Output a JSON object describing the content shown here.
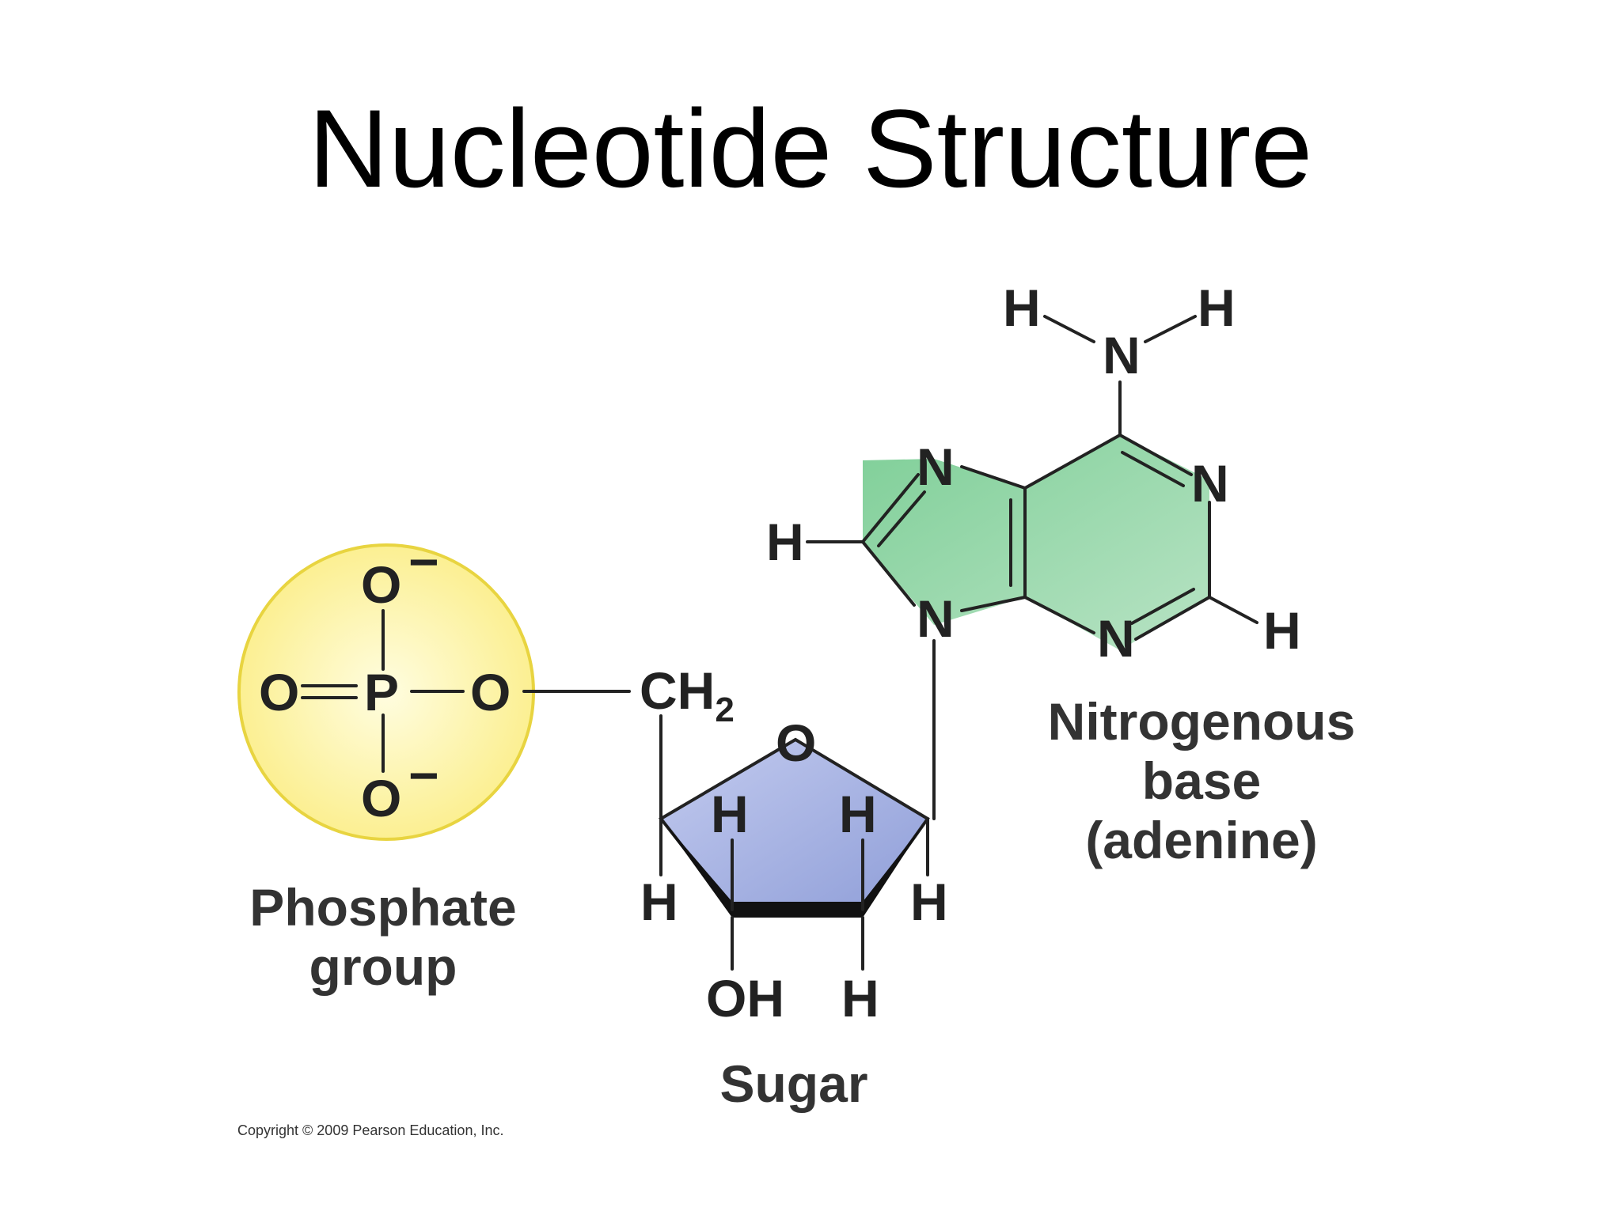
{
  "title": "Nucleotide Structure",
  "phosphate": {
    "atoms": {
      "p": "P",
      "o_top": "O",
      "o_left": "O",
      "o_right": "O",
      "o_bottom": "O"
    },
    "charge": "−",
    "label_line1": "Phosphate",
    "label_line2": "group",
    "fill_color": "#fbf3a0",
    "edge_color": "#e8d440"
  },
  "sugar": {
    "ch2": "CH",
    "ch2_sub": "2",
    "ring_o": "O",
    "h_upper_left": "H",
    "h_upper_right": "H",
    "h_left": "H",
    "h_right": "H",
    "oh": "OH",
    "h_bottom": "H",
    "label": "Sugar",
    "fill_color": "#aab6e6"
  },
  "base": {
    "amino_n": "N",
    "amino_h_left": "H",
    "amino_h_right": "H",
    "n7": "N",
    "n1": "N",
    "n9": "N",
    "n3": "N",
    "h8": "H",
    "h2": "H",
    "label_line1": "Nitrogenous",
    "label_line2": "base",
    "label_line3": "(adenine)",
    "fill_color": "#9fd9b0"
  },
  "copyright": "Copyright © 2009 Pearson Education, Inc."
}
